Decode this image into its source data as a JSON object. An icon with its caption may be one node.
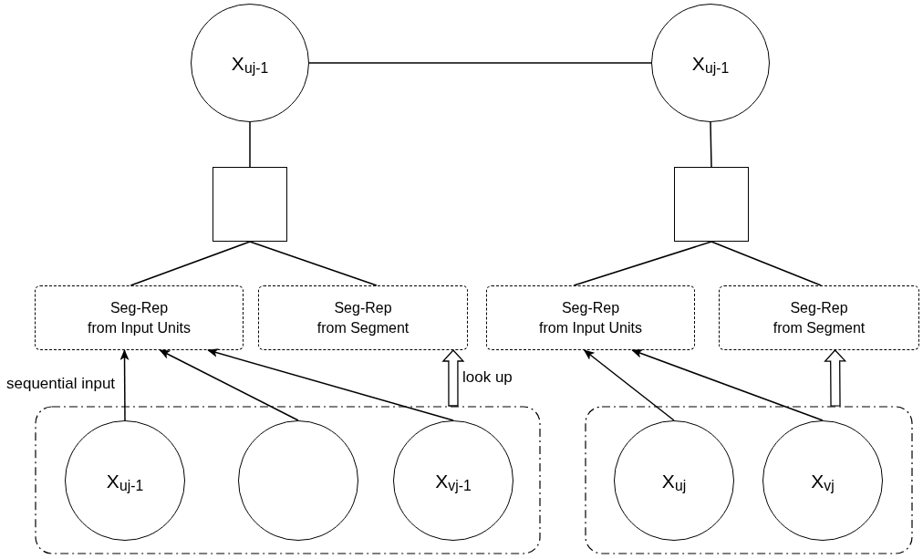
{
  "diagram": {
    "nodes": [
      {
        "text": [
          "X$_{uj-1}$"
        ]
      },
      {
        "text": [
          "X$_{uj-1}$"
        ]
      },
      {
        "text": [],
        "shape": "box"
      },
      {
        "text": [],
        "shape": "box"
      },
      {
        "text": [
          "Seg-Rep",
          "from Input Units"
        ]
      },
      {
        "text": [
          "Seg-Rep",
          "from Segment"
        ]
      },
      {
        "text": [
          "Seg-Rep",
          "from Input Units"
        ]
      },
      {
        "text": [
          "Seg-Rep",
          "from Segment"
        ]
      },
      {
        "text": [],
        "shape": "box"
      },
      {
        "text": [
          "X$_{uj-1}$"
        ],
        "in": 8
      },
      {
        "text": [],
        "shape": "circle",
        "in": 8
      },
      {
        "text": [
          "X$_{vj-1}$"
        ],
        "in": 8
      },
      {
        "text": [],
        "shape": "box"
      },
      {
        "text": [
          "X$_{uj}$"
        ],
        "in": 12
      },
      {
        "text": [
          "X$_{vj}$"
        ],
        "in": 12
      }
    ],
    "edges": [
      {
        "from": 0,
        "to": 1,
        "arrow": "none"
      },
      {
        "from": 0,
        "to": 2,
        "arrow": "none"
      },
      {
        "from": 1,
        "to": 3,
        "arrow": "none"
      },
      {
        "from": 2,
        "to": 4,
        "arrow": "none"
      },
      {
        "from": 2,
        "to": 5,
        "arrow": "none"
      },
      {
        "from": 3,
        "to": 6,
        "arrow": "none"
      },
      {
        "from": 3,
        "to": 7,
        "arrow": "none"
      },
      {
        "from": 9,
        "to": 4,
        "arrow": "to",
        "label": "sequential input"
      },
      {
        "from": 10,
        "to": 4,
        "arrow": "to"
      },
      {
        "from": 11,
        "to": 4,
        "arrow": "to"
      },
      {
        "from": 8,
        "to": 5,
        "arrow": "to",
        "label": "look up",
        "style": "thick"
      },
      {
        "from": 13,
        "to": 6,
        "arrow": "to"
      },
      {
        "from": 14,
        "to": 6,
        "arrow": "to"
      },
      {
        "from": 12,
        "to": 7,
        "arrow": "to",
        "style": "thick"
      }
    ]
  }
}
